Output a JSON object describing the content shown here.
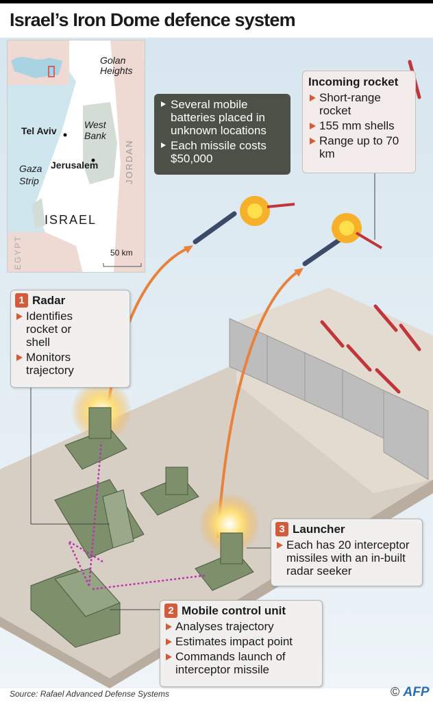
{
  "title": "Israel’s Iron Dome defence system",
  "map": {
    "labels": {
      "golan": "Golan Heights",
      "tel_aviv": "Tel Aviv",
      "west_bank": "West Bank",
      "jerusalem": "Jerusalem",
      "gaza": "Gaza Strip",
      "israel": "ISRAEL",
      "jordan": "JORDAN",
      "egypt": "EGYPT",
      "scale": "50 km"
    }
  },
  "batteries_note": {
    "items": [
      "Several mobile batteries placed in unknown locations",
      "Each missile costs $50,000"
    ]
  },
  "incoming": {
    "title": "Incoming rocket",
    "items": [
      "Short-range rocket",
      "155 mm shells",
      "Range up to 70 km"
    ]
  },
  "radar": {
    "number": "1",
    "title": "Radar",
    "items": [
      "Identifies rocket or shell",
      "Monitors trajectory"
    ]
  },
  "control": {
    "number": "2",
    "title": "Mobile control unit",
    "items": [
      "Analyses trajectory",
      "Estimates impact point",
      "Commands launch of interceptor missile"
    ]
  },
  "launcher": {
    "number": "3",
    "title": "Launcher",
    "items": [
      "Each has 20 interceptor missiles with an in-built radar seeker"
    ]
  },
  "source": "Source: Rafael Advanced Defense Systems",
  "credit": {
    "symbol": "©",
    "logo": "AFP"
  },
  "colors": {
    "accent": "#d45a3c",
    "trajectory": "#e8823a",
    "data_link": "#c02fb8",
    "vehicle": "#7d8f6b",
    "dark_box": "#4c5047"
  }
}
